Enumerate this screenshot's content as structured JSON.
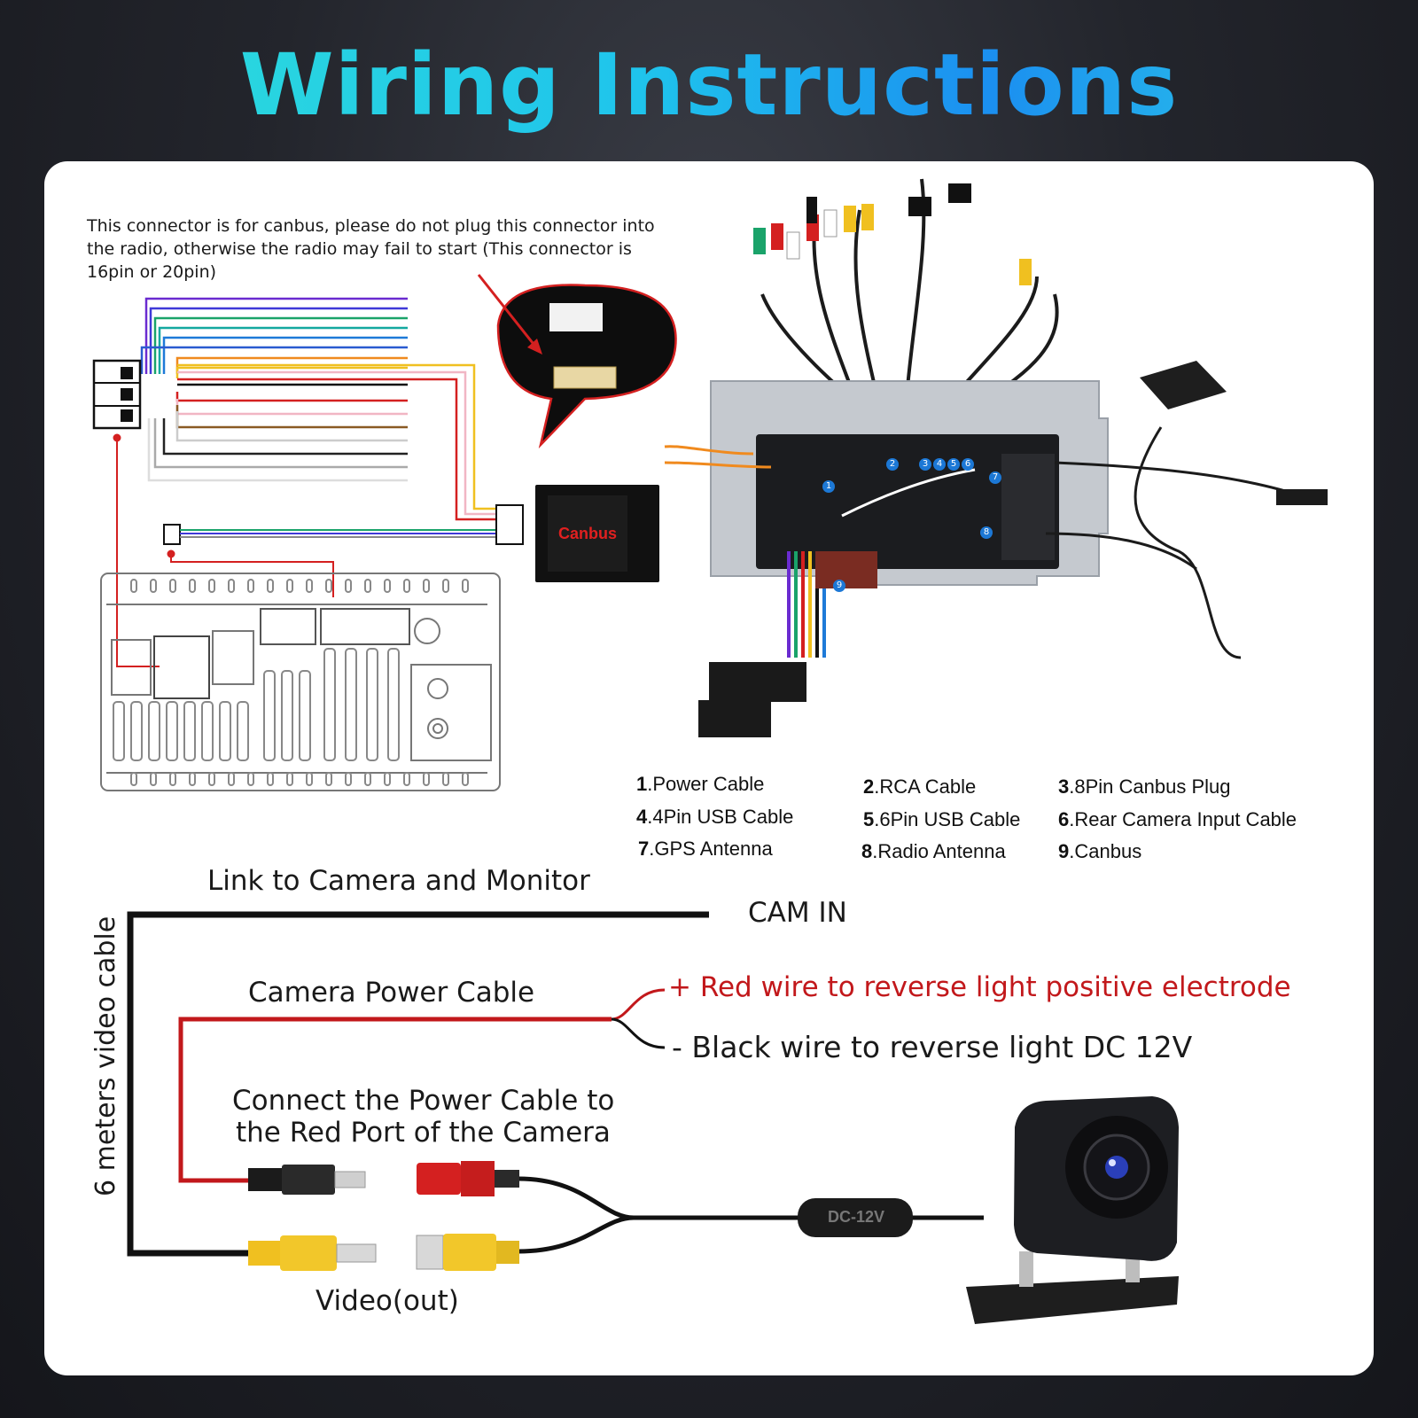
{
  "title": "Wiring Instructions",
  "canbus_note": "This connector is for canbus, please do not plug this connector into the radio, otherwise the radio may fail to start (This connector is 16pin or 20pin)",
  "canbus_module_label": "Canbus",
  "legend": [
    {
      "n": "1",
      "label": ".Power Cable"
    },
    {
      "n": "2",
      "label": ".RCA Cable"
    },
    {
      "n": "3",
      "label": ".8Pin Canbus Plug"
    },
    {
      "n": "4",
      "label": ".4Pin USB Cable"
    },
    {
      "n": "5",
      "label": ".6Pin USB Cable"
    },
    {
      "n": "6",
      "label": ".Rear Camera Input Cable"
    },
    {
      "n": "7",
      "label": ".GPS Antenna"
    },
    {
      "n": "8",
      "label": ".Radio Antenna"
    },
    {
      "n": "9",
      "label": ".Canbus"
    }
  ],
  "camera": {
    "link_label": "Link to Camera and Monitor",
    "cam_in": "CAM IN",
    "power_cable": "Camera Power Cable",
    "red_wire": "+ Red wire to reverse light positive electrode",
    "black_wire": "- Black wire to reverse light DC 12V",
    "connect_line1": "Connect the Power Cable to",
    "connect_line2": "the Red Port of the Camera",
    "video_out": "Video(out)",
    "cable_length": "6 meters video cable",
    "dc_label": "DC-12V"
  },
  "port_numbers": [
    "1",
    "2",
    "3",
    "4",
    "5",
    "6",
    "7",
    "8",
    "9"
  ],
  "colors": {
    "title_start": "#2fe0d8",
    "title_end": "#1b8ff0",
    "red_text": "#c2181b",
    "badge": "#1c78d6"
  }
}
